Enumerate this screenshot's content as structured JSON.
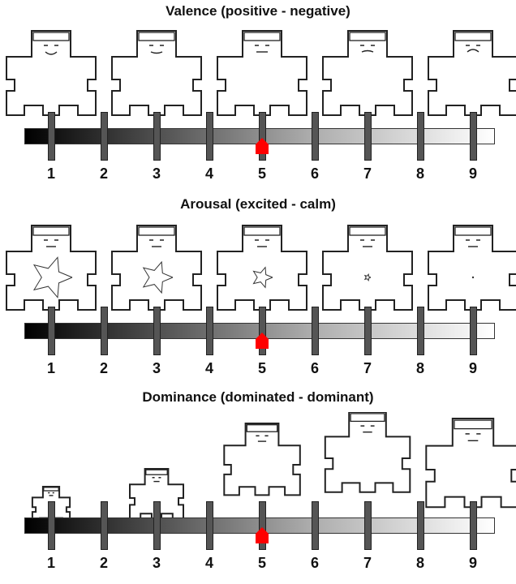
{
  "scales": [
    {
      "title": "Valence (positive - negative)",
      "icon": "valence-figures",
      "selected": 5
    },
    {
      "title": "Arousal (excited - calm)",
      "icon": "arousal-figures",
      "selected": 5
    },
    {
      "title": "Dominance (dominated - dominant)",
      "icon": "dominance-figures",
      "selected": 5
    }
  ],
  "ticks": [
    "1",
    "2",
    "3",
    "4",
    "5",
    "6",
    "7",
    "8",
    "9"
  ],
  "colors": {
    "marker": "#ff0000",
    "tick": "#555555",
    "outline": "#222222"
  }
}
